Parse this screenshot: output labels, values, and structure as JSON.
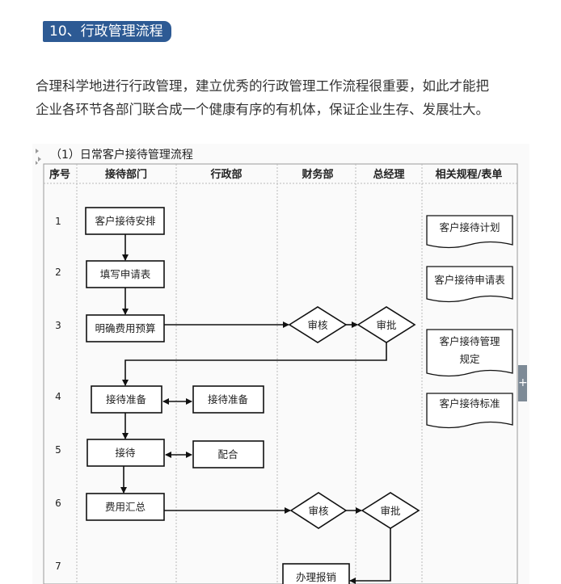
{
  "section_title": "10、行政管理流程",
  "intro": [
    "合理科学地进行行政管理，建立优秀的行政管理工作流程很重要，如此才能把",
    "企业各环节各部门联合成一个健康有序的有机体，保证企业生存、发展壮大。"
  ],
  "flowchart": {
    "title": "（1）日常客户接待管理流程",
    "headers": [
      "序号",
      "接待部门",
      "行政部",
      "财务部",
      "总经理",
      "相关规程/表单"
    ],
    "row_numbers": [
      "1",
      "2",
      "3",
      "4",
      "5",
      "6",
      "7"
    ],
    "steps": {
      "arrange": "客户接待安排",
      "fill_form": "填写申请表",
      "budget": "明确费用预算",
      "review1": "审核",
      "approve1": "审批",
      "prepare_reception": "接待准备",
      "prepare_admin": "接待准备",
      "reception": "接待",
      "cooperate": "配合",
      "summary": "费用汇总",
      "review2": "审核",
      "approve2": "审批",
      "reimburse": "办理报销"
    },
    "documents": [
      "客户接待计划",
      "客户接待申请表",
      "客户接待管理",
      "规定",
      "客户接待标准"
    ]
  },
  "side_button": "+"
}
